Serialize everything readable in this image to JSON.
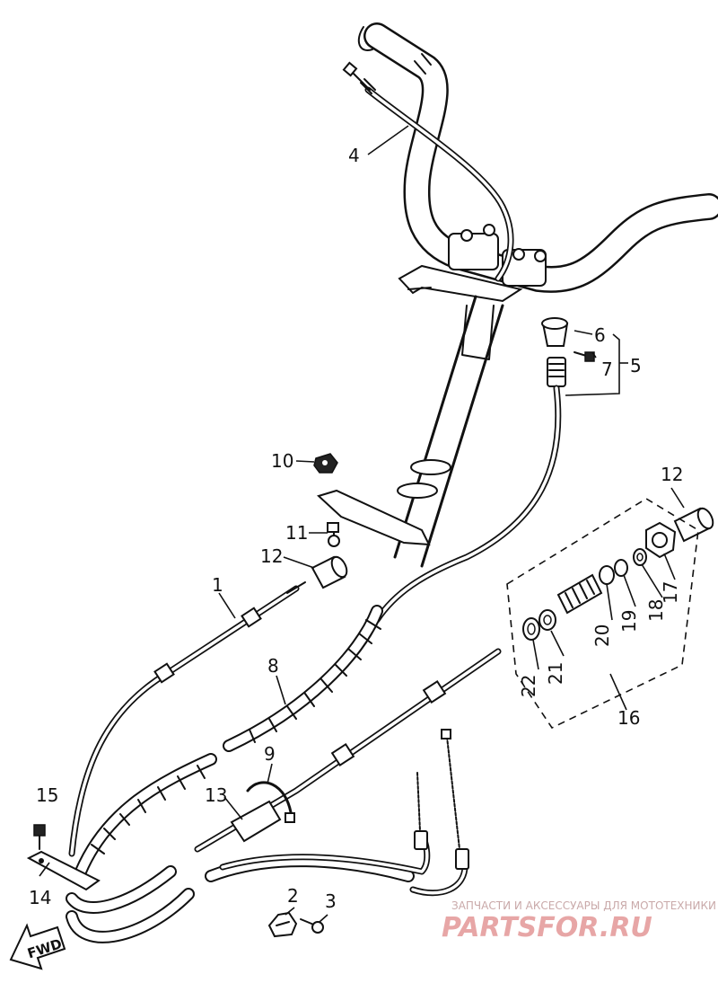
{
  "callouts": {
    "c1": "1",
    "c2": "2",
    "c3": "3",
    "c4": "4",
    "c5": "5",
    "c6": "6",
    "c7": "7",
    "c8": "8",
    "c9": "9",
    "c10": "10",
    "c11": "11",
    "c12a": "12",
    "c12b": "12",
    "c13": "13",
    "c14": "14",
    "c15": "15",
    "c16": "16",
    "c17": "17",
    "c18": "18",
    "c19": "19",
    "c20": "20",
    "c21": "21",
    "c22": "22"
  },
  "direction_marker": "FWD",
  "watermark": {
    "tagline": "ЗАПЧАСТИ И АКСЕССУАРЫ ДЛЯ МОТОТЕХНИКИ",
    "logo": "PARTSFOR.RU"
  }
}
